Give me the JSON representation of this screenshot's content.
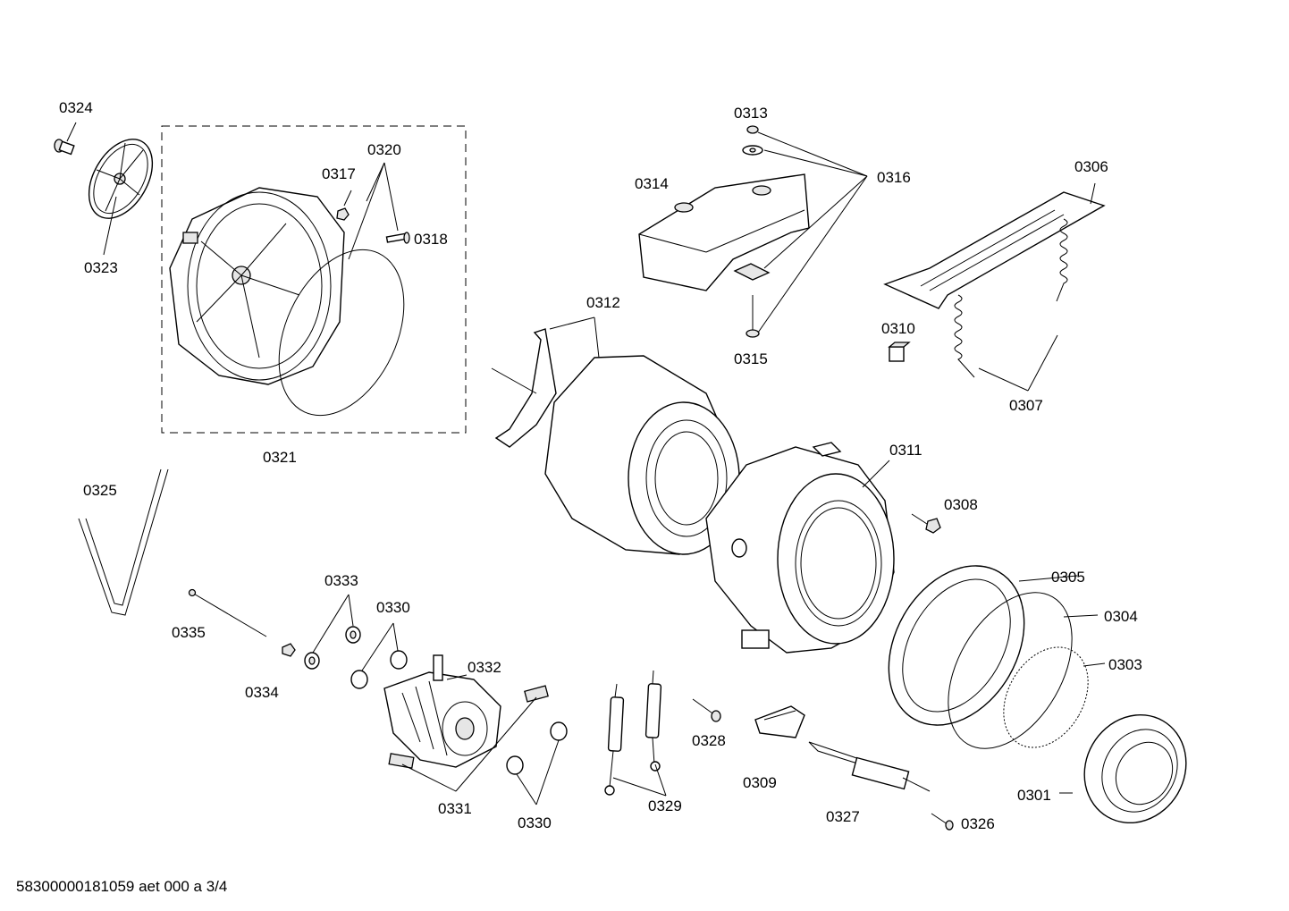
{
  "labels": {
    "p0301": "0301",
    "p0303": "0303",
    "p0304": "0304",
    "p0305": "0305",
    "p0306": "0306",
    "p0307": "0307",
    "p0308": "0308",
    "p0309": "0309",
    "p0310": "0310",
    "p0311": "0311",
    "p0312": "0312",
    "p0313": "0313",
    "p0314": "0314",
    "p0315": "0315",
    "p0316": "0316",
    "p0317": "0317",
    "p0318": "0318",
    "p0320": "0320",
    "p0321": "0321",
    "p0323": "0323",
    "p0324": "0324",
    "p0325": "0325",
    "p0326": "0326",
    "p0327": "0327",
    "p0328": "0328",
    "p0329": "0329",
    "p0330a": "0330",
    "p0330b": "0330",
    "p0331": "0331",
    "p0332": "0332",
    "p0333": "0333",
    "p0334": "0334",
    "p0335": "0335"
  },
  "footer": "58300000181059 aet 000 a 3/4"
}
